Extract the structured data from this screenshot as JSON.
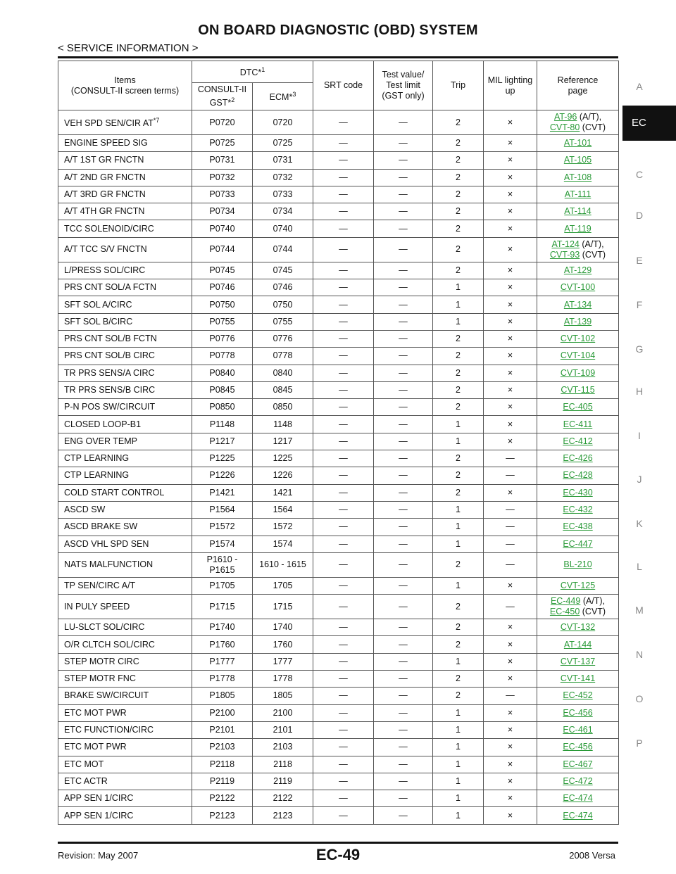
{
  "page": {
    "title": "ON BOARD DIAGNOSTIC (OBD) SYSTEM",
    "subtitle": "< SERVICE INFORMATION >"
  },
  "side_index": {
    "letters": [
      "A",
      "EC",
      "C",
      "D",
      "E",
      "F",
      "G",
      "H",
      "I",
      "J",
      "K",
      "L",
      "M",
      "N",
      "O",
      "P"
    ],
    "active": "EC"
  },
  "table": {
    "headers": {
      "items": "Items",
      "items_sub": "(CONSULT-II screen terms)",
      "dtc": "DTC*",
      "dtc_sup": "1",
      "consult": "CONSULT-II",
      "gst": "GST*",
      "gst_sup": "2",
      "ecm": "ECM*",
      "ecm_sup": "3",
      "srt": "SRT code",
      "test_value_1": "Test value/",
      "test_value_2": "Test limit",
      "test_value_3": "(GST only)",
      "trip": "Trip",
      "mil_1": "MIL lighting",
      "mil_2": "up",
      "ref_1": "Reference",
      "ref_2": "page"
    },
    "rows": [
      {
        "item": "VEH SPD SEN/CIR AT",
        "item_sup": "*7",
        "consult": "P0720",
        "ecm": "0720",
        "srt": "—",
        "test": "—",
        "trip": "2",
        "mil": "×",
        "ref1": "AT-96",
        "ref1_note": " (A/T),",
        "ref2": "CVT-80",
        "ref2_note": " (CVT)"
      },
      {
        "item": "ENGINE SPEED SIG",
        "consult": "P0725",
        "ecm": "0725",
        "srt": "—",
        "test": "—",
        "trip": "2",
        "mil": "×",
        "ref1": "AT-101"
      },
      {
        "item": "A/T 1ST GR FNCTN",
        "consult": "P0731",
        "ecm": "0731",
        "srt": "—",
        "test": "—",
        "trip": "2",
        "mil": "×",
        "ref1": "AT-105"
      },
      {
        "item": "A/T 2ND GR FNCTN",
        "consult": "P0732",
        "ecm": "0732",
        "srt": "—",
        "test": "—",
        "trip": "2",
        "mil": "×",
        "ref1": "AT-108"
      },
      {
        "item": "A/T 3RD GR FNCTN",
        "consult": "P0733",
        "ecm": "0733",
        "srt": "—",
        "test": "—",
        "trip": "2",
        "mil": "×",
        "ref1": "AT-111"
      },
      {
        "item": "A/T 4TH GR FNCTN",
        "consult": "P0734",
        "ecm": "0734",
        "srt": "—",
        "test": "—",
        "trip": "2",
        "mil": "×",
        "ref1": "AT-114"
      },
      {
        "item": "TCC SOLENOID/CIRC",
        "consult": "P0740",
        "ecm": "0740",
        "srt": "—",
        "test": "—",
        "trip": "2",
        "mil": "×",
        "ref1": "AT-119"
      },
      {
        "item": "A/T TCC S/V FNCTN",
        "consult": "P0744",
        "ecm": "0744",
        "srt": "—",
        "test": "—",
        "trip": "2",
        "mil": "×",
        "ref1": "AT-124",
        "ref1_note": " (A/T),",
        "ref2": "CVT-93",
        "ref2_note": " (CVT)"
      },
      {
        "item": "L/PRESS SOL/CIRC",
        "consult": "P0745",
        "ecm": "0745",
        "srt": "—",
        "test": "—",
        "trip": "2",
        "mil": "×",
        "ref1": "AT-129"
      },
      {
        "item": "PRS CNT SOL/A FCTN",
        "consult": "P0746",
        "ecm": "0746",
        "srt": "—",
        "test": "—",
        "trip": "1",
        "mil": "×",
        "ref1": "CVT-100"
      },
      {
        "item": "SFT SOL A/CIRC",
        "consult": "P0750",
        "ecm": "0750",
        "srt": "—",
        "test": "—",
        "trip": "1",
        "mil": "×",
        "ref1": "AT-134"
      },
      {
        "item": "SFT SOL B/CIRC",
        "consult": "P0755",
        "ecm": "0755",
        "srt": "—",
        "test": "—",
        "trip": "1",
        "mil": "×",
        "ref1": "AT-139"
      },
      {
        "item": "PRS CNT SOL/B FCTN",
        "consult": "P0776",
        "ecm": "0776",
        "srt": "—",
        "test": "—",
        "trip": "2",
        "mil": "×",
        "ref1": "CVT-102"
      },
      {
        "item": "PRS CNT SOL/B CIRC",
        "consult": "P0778",
        "ecm": "0778",
        "srt": "—",
        "test": "—",
        "trip": "2",
        "mil": "×",
        "ref1": "CVT-104"
      },
      {
        "item": "TR PRS SENS/A CIRC",
        "consult": "P0840",
        "ecm": "0840",
        "srt": "—",
        "test": "—",
        "trip": "2",
        "mil": "×",
        "ref1": "CVT-109"
      },
      {
        "item": "TR PRS SENS/B CIRC",
        "consult": "P0845",
        "ecm": "0845",
        "srt": "—",
        "test": "—",
        "trip": "2",
        "mil": "×",
        "ref1": "CVT-115"
      },
      {
        "item": "P-N POS SW/CIRCUIT",
        "consult": "P0850",
        "ecm": "0850",
        "srt": "—",
        "test": "—",
        "trip": "2",
        "mil": "×",
        "ref1": "EC-405"
      },
      {
        "item": "CLOSED LOOP-B1",
        "consult": "P1148",
        "ecm": "1148",
        "srt": "—",
        "test": "—",
        "trip": "1",
        "mil": "×",
        "ref1": "EC-411"
      },
      {
        "item": "ENG OVER TEMP",
        "consult": "P1217",
        "ecm": "1217",
        "srt": "—",
        "test": "—",
        "trip": "1",
        "mil": "×",
        "ref1": "EC-412"
      },
      {
        "item": "CTP LEARNING",
        "consult": "P1225",
        "ecm": "1225",
        "srt": "—",
        "test": "—",
        "trip": "2",
        "mil": "—",
        "ref1": "EC-426"
      },
      {
        "item": "CTP LEARNING",
        "consult": "P1226",
        "ecm": "1226",
        "srt": "—",
        "test": "—",
        "trip": "2",
        "mil": "—",
        "ref1": "EC-428"
      },
      {
        "item": "COLD START CONTROL",
        "consult": "P1421",
        "ecm": "1421",
        "srt": "—",
        "test": "—",
        "trip": "2",
        "mil": "×",
        "ref1": "EC-430"
      },
      {
        "item": "ASCD SW",
        "consult": "P1564",
        "ecm": "1564",
        "srt": "—",
        "test": "—",
        "trip": "1",
        "mil": "—",
        "ref1": "EC-432"
      },
      {
        "item": "ASCD BRAKE SW",
        "consult": "P1572",
        "ecm": "1572",
        "srt": "—",
        "test": "—",
        "trip": "1",
        "mil": "—",
        "ref1": "EC-438"
      },
      {
        "item": "ASCD VHL SPD SEN",
        "consult": "P1574",
        "ecm": "1574",
        "srt": "—",
        "test": "—",
        "trip": "1",
        "mil": "—",
        "ref1": "EC-447"
      },
      {
        "item": "NATS MALFUNCTION",
        "consult": "P1610 -",
        "consult2": "P1615",
        "ecm": "1610 - 1615",
        "srt": "—",
        "test": "—",
        "trip": "2",
        "mil": "—",
        "ref1": "BL-210"
      },
      {
        "item": "TP SEN/CIRC A/T",
        "consult": "P1705",
        "ecm": "1705",
        "srt": "—",
        "test": "—",
        "trip": "1",
        "mil": "×",
        "ref1": "CVT-125"
      },
      {
        "item": "IN PULY SPEED",
        "consult": "P1715",
        "ecm": "1715",
        "srt": "—",
        "test": "—",
        "trip": "2",
        "mil": "—",
        "ref1": "EC-449",
        "ref1_note": " (A/T),",
        "ref2": "EC-450",
        "ref2_note": " (CVT)"
      },
      {
        "item": "LU-SLCT SOL/CIRC",
        "consult": "P1740",
        "ecm": "1740",
        "srt": "—",
        "test": "—",
        "trip": "2",
        "mil": "×",
        "ref1": "CVT-132"
      },
      {
        "item": "O/R CLTCH SOL/CIRC",
        "consult": "P1760",
        "ecm": "1760",
        "srt": "—",
        "test": "—",
        "trip": "2",
        "mil": "×",
        "ref1": "AT-144"
      },
      {
        "item": "STEP MOTR CIRC",
        "consult": "P1777",
        "ecm": "1777",
        "srt": "—",
        "test": "—",
        "trip": "1",
        "mil": "×",
        "ref1": "CVT-137"
      },
      {
        "item": "STEP MOTR FNC",
        "consult": "P1778",
        "ecm": "1778",
        "srt": "—",
        "test": "—",
        "trip": "2",
        "mil": "×",
        "ref1": "CVT-141"
      },
      {
        "item": "BRAKE SW/CIRCUIT",
        "consult": "P1805",
        "ecm": "1805",
        "srt": "—",
        "test": "—",
        "trip": "2",
        "mil": "—",
        "ref1": "EC-452"
      },
      {
        "item": "ETC MOT PWR",
        "consult": "P2100",
        "ecm": "2100",
        "srt": "—",
        "test": "—",
        "trip": "1",
        "mil": "×",
        "ref1": "EC-456"
      },
      {
        "item": "ETC FUNCTION/CIRC",
        "consult": "P2101",
        "ecm": "2101",
        "srt": "—",
        "test": "—",
        "trip": "1",
        "mil": "×",
        "ref1": "EC-461"
      },
      {
        "item": "ETC MOT PWR",
        "consult": "P2103",
        "ecm": "2103",
        "srt": "—",
        "test": "—",
        "trip": "1",
        "mil": "×",
        "ref1": "EC-456"
      },
      {
        "item": "ETC MOT",
        "consult": "P2118",
        "ecm": "2118",
        "srt": "—",
        "test": "—",
        "trip": "1",
        "mil": "×",
        "ref1": "EC-467"
      },
      {
        "item": "ETC ACTR",
        "consult": "P2119",
        "ecm": "2119",
        "srt": "—",
        "test": "—",
        "trip": "1",
        "mil": "×",
        "ref1": "EC-472"
      },
      {
        "item": "APP SEN 1/CIRC",
        "consult": "P2122",
        "ecm": "2122",
        "srt": "—",
        "test": "—",
        "trip": "1",
        "mil": "×",
        "ref1": "EC-474"
      },
      {
        "item": "APP SEN 1/CIRC",
        "consult": "P2123",
        "ecm": "2123",
        "srt": "—",
        "test": "—",
        "trip": "1",
        "mil": "×",
        "ref1": "EC-474"
      }
    ]
  },
  "footer": {
    "revision": "Revision: May 2007",
    "page_code": "EC-49",
    "model": "2008 Versa"
  },
  "colors": {
    "link": "#2a9a38",
    "index_active_bg": "#111111"
  }
}
